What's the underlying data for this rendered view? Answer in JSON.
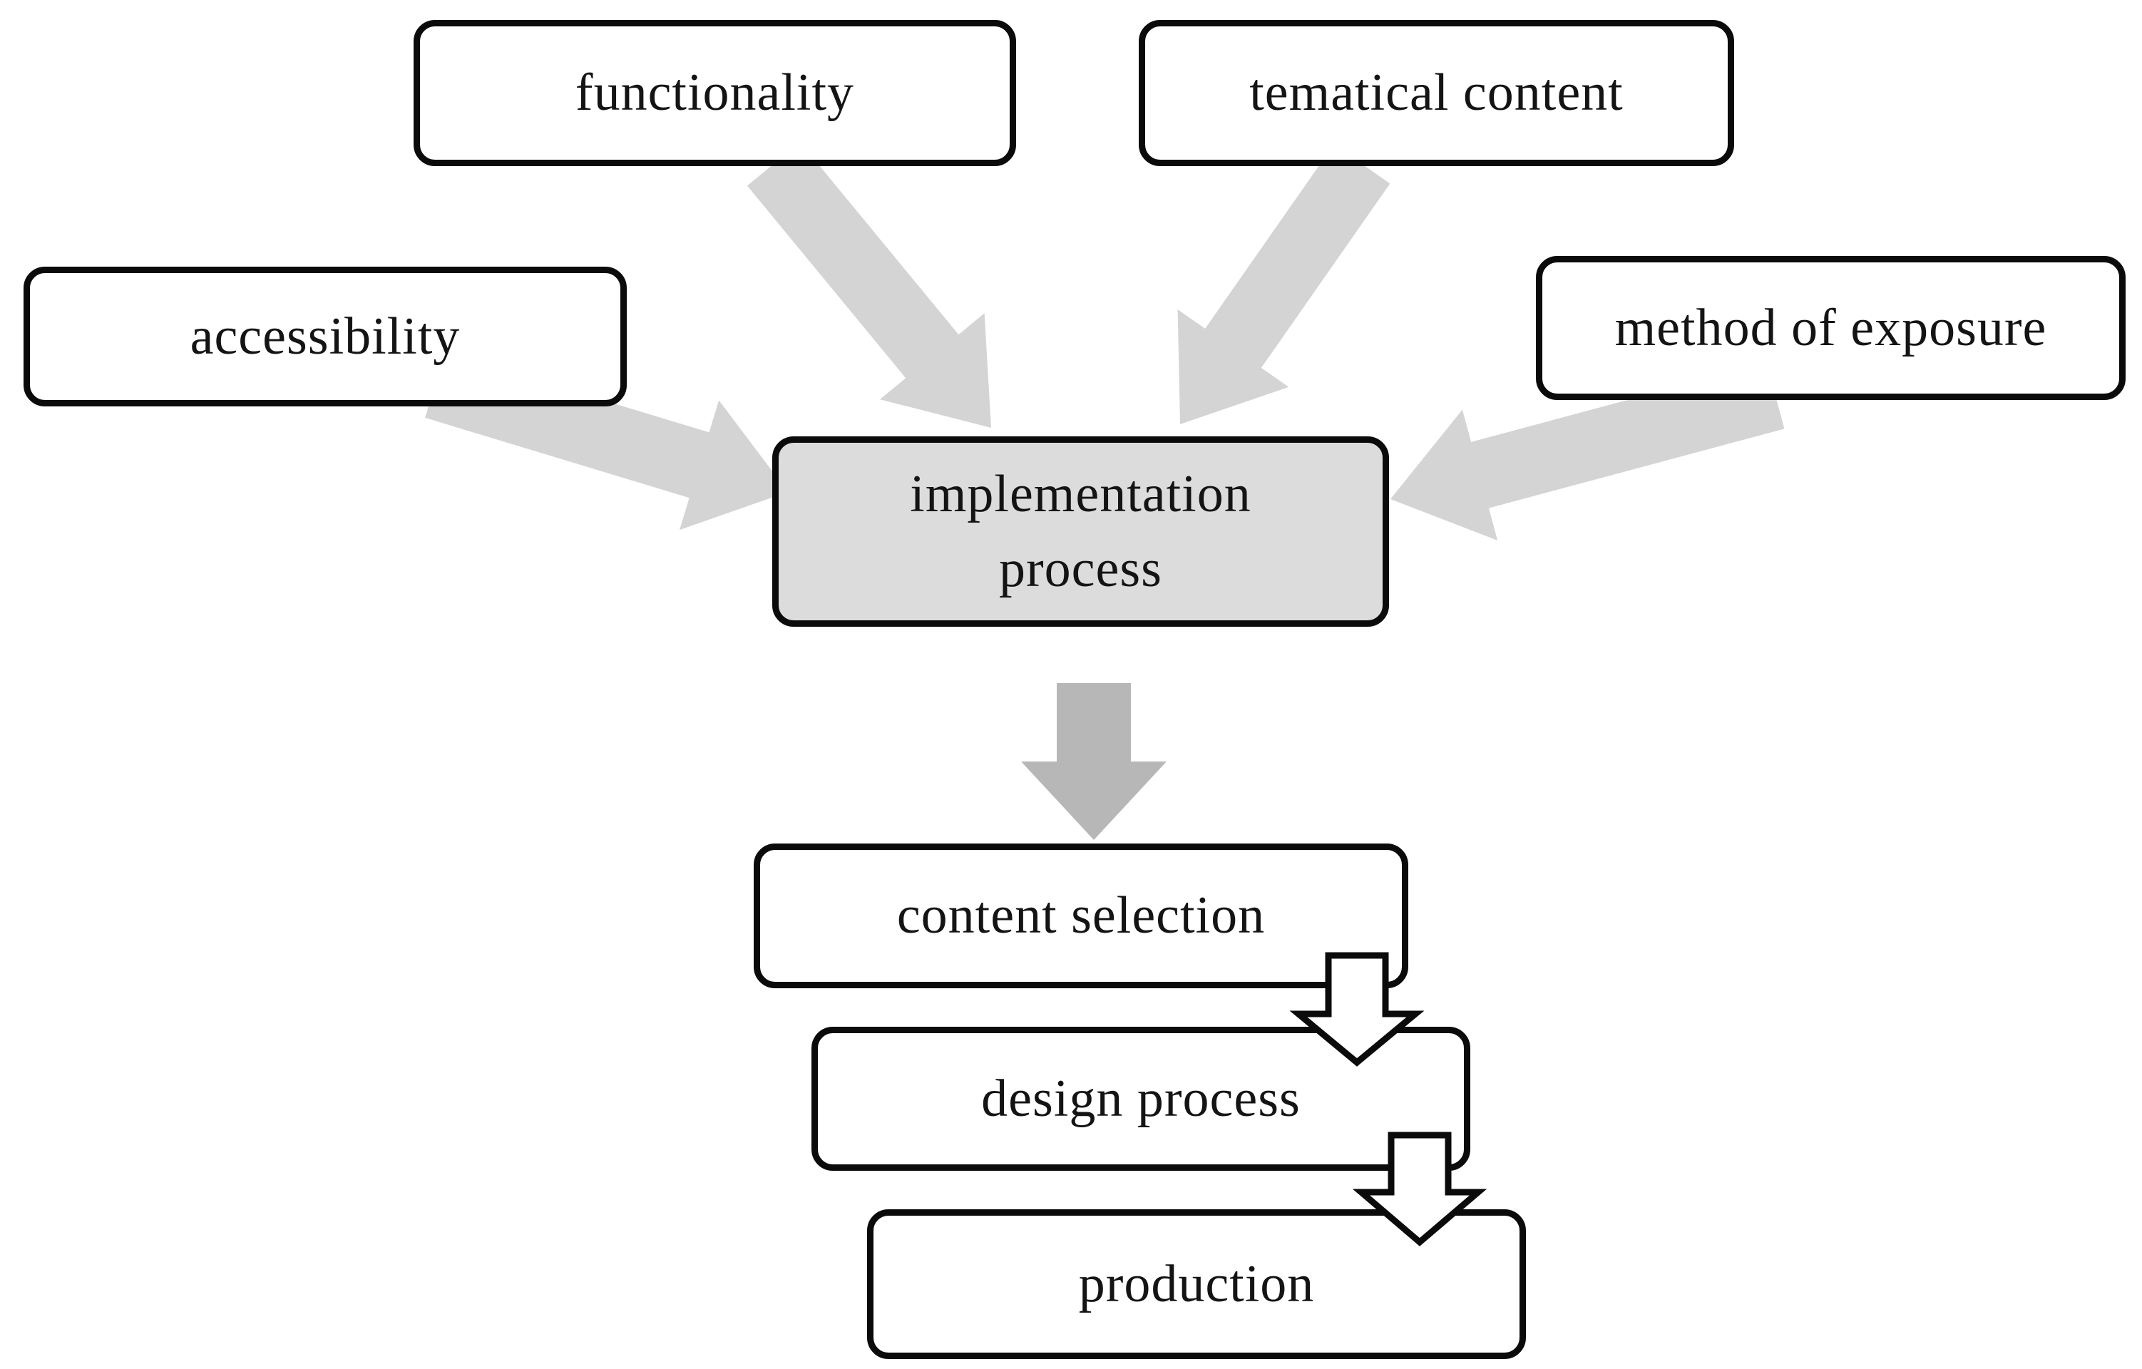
{
  "diagram": {
    "background": "#ffffff",
    "nodes": {
      "functionality": {
        "label": "functionality"
      },
      "tematical_content": {
        "label": "tematical content"
      },
      "accessibility": {
        "label": "accessibility"
      },
      "method_of_exposure": {
        "label": "method of exposure"
      },
      "implementation_process": {
        "label": "implementation\nprocess",
        "fill": "#dcdcdc"
      },
      "content_selection": {
        "label": "content selection"
      },
      "design_process": {
        "label": "design process"
      },
      "production": {
        "label": "production"
      }
    },
    "edges": [
      {
        "from": "functionality",
        "to": "implementation process",
        "style": "solid-gray-block-arrow"
      },
      {
        "from": "tematical content",
        "to": "implementation process",
        "style": "solid-gray-block-arrow"
      },
      {
        "from": "accessibility",
        "to": "implementation process",
        "style": "solid-gray-block-arrow"
      },
      {
        "from": "method of exposure",
        "to": "implementation process",
        "style": "solid-gray-block-arrow"
      },
      {
        "from": "implementation process",
        "to": "content selection",
        "style": "solid-dark-gray-block-arrow"
      },
      {
        "from": "content selection",
        "to": "design process",
        "style": "white-outlined-block-arrow"
      },
      {
        "from": "design process",
        "to": "production",
        "style": "white-outlined-block-arrow"
      }
    ],
    "colors": {
      "converge_arrow": "#d4d4d4",
      "down_arrow": "#b7b7b7",
      "node_border": "#0b0b0b",
      "node_fill_highlight": "#dcdcdc",
      "hollow_arrow_fill": "#ffffff",
      "hollow_arrow_stroke": "#0b0b0b",
      "text": "#141414"
    }
  }
}
